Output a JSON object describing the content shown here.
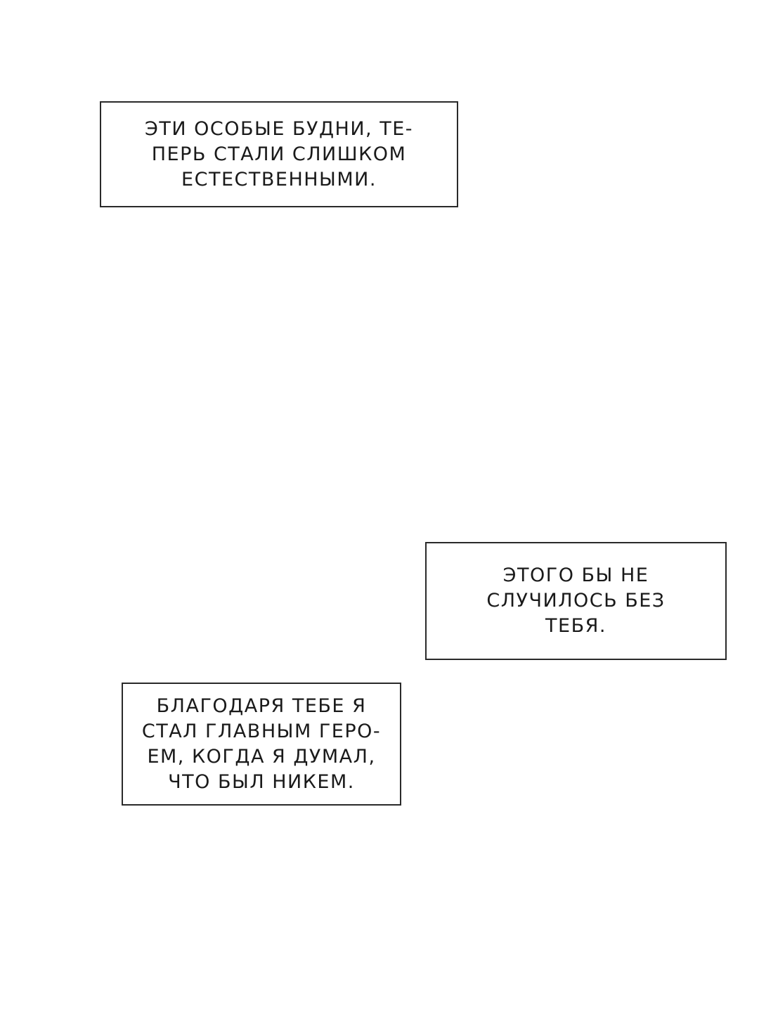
{
  "captions": [
    {
      "lines": [
        "ЭТИ ОСОБЫЕ БУДНИ, ТЕ-",
        "ПЕРЬ СТАЛИ СЛИШКОМ",
        "ЕСТЕСТВЕННЫМИ."
      ]
    },
    {
      "lines": [
        "ЭТОГО БЫ НЕ",
        "СЛУЧИЛОСЬ БЕЗ",
        "ТЕБЯ."
      ]
    },
    {
      "lines": [
        "БЛАГОДАРЯ ТЕБЕ Я",
        "СТАЛ ГЛАВНЫМ ГЕРО-",
        "ЕМ, КОГДА Я ДУМАЛ,",
        "ЧТО БЫЛ НИКЕМ."
      ]
    }
  ],
  "colors": {
    "background": "#ffffff",
    "border": "#2a2a2a",
    "text": "#1a1a1a"
  }
}
